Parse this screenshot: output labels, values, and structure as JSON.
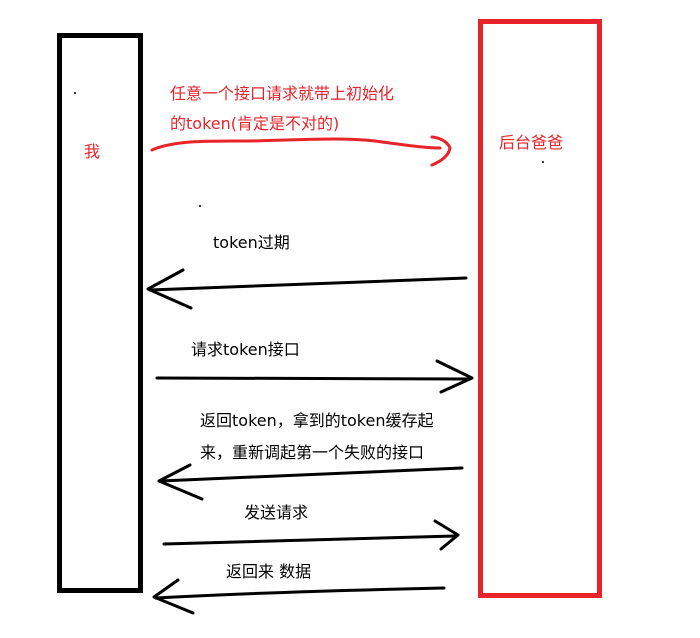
{
  "client": {
    "label": "我"
  },
  "server": {
    "label": "后台爸爸"
  },
  "steps": [
    {
      "lines": [
        "任意一个接口请求就带上初始化",
        "的token(肯定是不对的)"
      ],
      "direction": "right",
      "color": "#e8232a"
    },
    {
      "lines": [
        "token过期"
      ],
      "direction": "left",
      "color": "#000000"
    },
    {
      "lines": [
        "请求token接口"
      ],
      "direction": "right",
      "color": "#000000"
    },
    {
      "lines": [
        "返回token，拿到的token缓存起",
        "来，重新调起第一个失败的接口"
      ],
      "direction": "left",
      "color": "#000000"
    },
    {
      "lines": [
        "发送请求"
      ],
      "direction": "right",
      "color": "#000000"
    },
    {
      "lines": [
        "返回来 数据"
      ],
      "direction": "left",
      "color": "#000000"
    }
  ],
  "colors": {
    "client_border": "#000000",
    "server_border": "#e8232a",
    "accent": "#e8232a"
  }
}
